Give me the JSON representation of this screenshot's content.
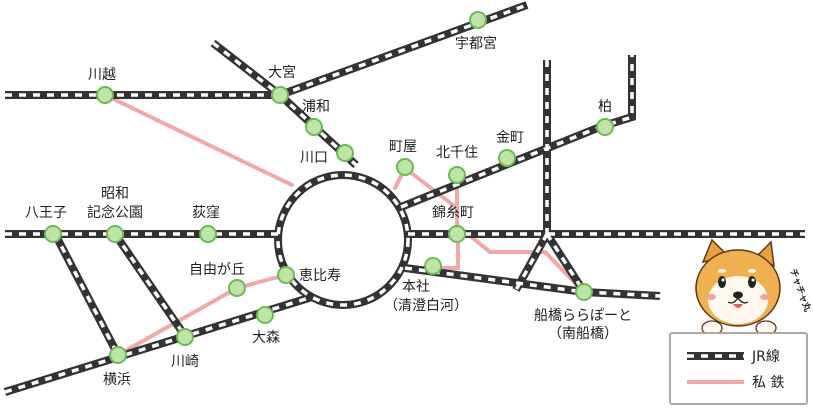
{
  "stations": {
    "utsunomiya": "宇都宮",
    "kawagoe": "川越",
    "omiya": "大宮",
    "urawa": "浦和",
    "kawaguchi": "川口",
    "machiya": "町屋",
    "kitasenju": "北千住",
    "kanamachi": "金町",
    "kashiwa": "柏",
    "hachioji": "八王子",
    "showakinen_1": "昭和",
    "showakinen_2": "記念公園",
    "ogikubo": "荻窪",
    "kinshicho": "錦糸町",
    "jiyugaoka": "自由が丘",
    "ebisu": "恵比寿",
    "honsha_1": "本社",
    "honsha_2": "（清澄白河）",
    "funabashi_1": "船橋ららぽーと",
    "funabashi_2": "（南船橋）",
    "omori": "大森",
    "kawasaki": "川崎",
    "yokohama": "横浜"
  },
  "legend": {
    "jr": "JR線",
    "private": "私 鉄"
  },
  "mascot": {
    "label": "チャチャ丸"
  },
  "colors": {
    "jr_dark": "#333333",
    "jr_light": "#ffffff",
    "private": "#f0a8a8",
    "station_fill": "#bde6a6",
    "station_stroke": "#6fb85a",
    "legend_border": "#b0a8a0"
  }
}
